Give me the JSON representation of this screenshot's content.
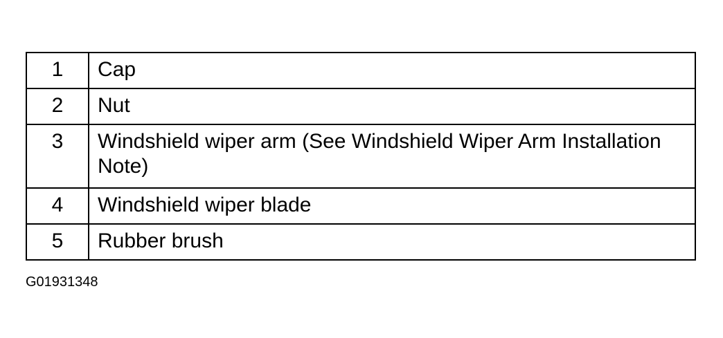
{
  "legend": {
    "rows": [
      {
        "number": "1",
        "description": "Cap"
      },
      {
        "number": "2",
        "description": "Nut"
      },
      {
        "number": "3",
        "description": "Windshield wiper arm (See Windshield Wiper Arm Installation Note)"
      },
      {
        "number": "4",
        "description": "Windshield wiper blade"
      },
      {
        "number": "5",
        "description": "Rubber brush"
      }
    ]
  },
  "figure_id": "G01931348"
}
